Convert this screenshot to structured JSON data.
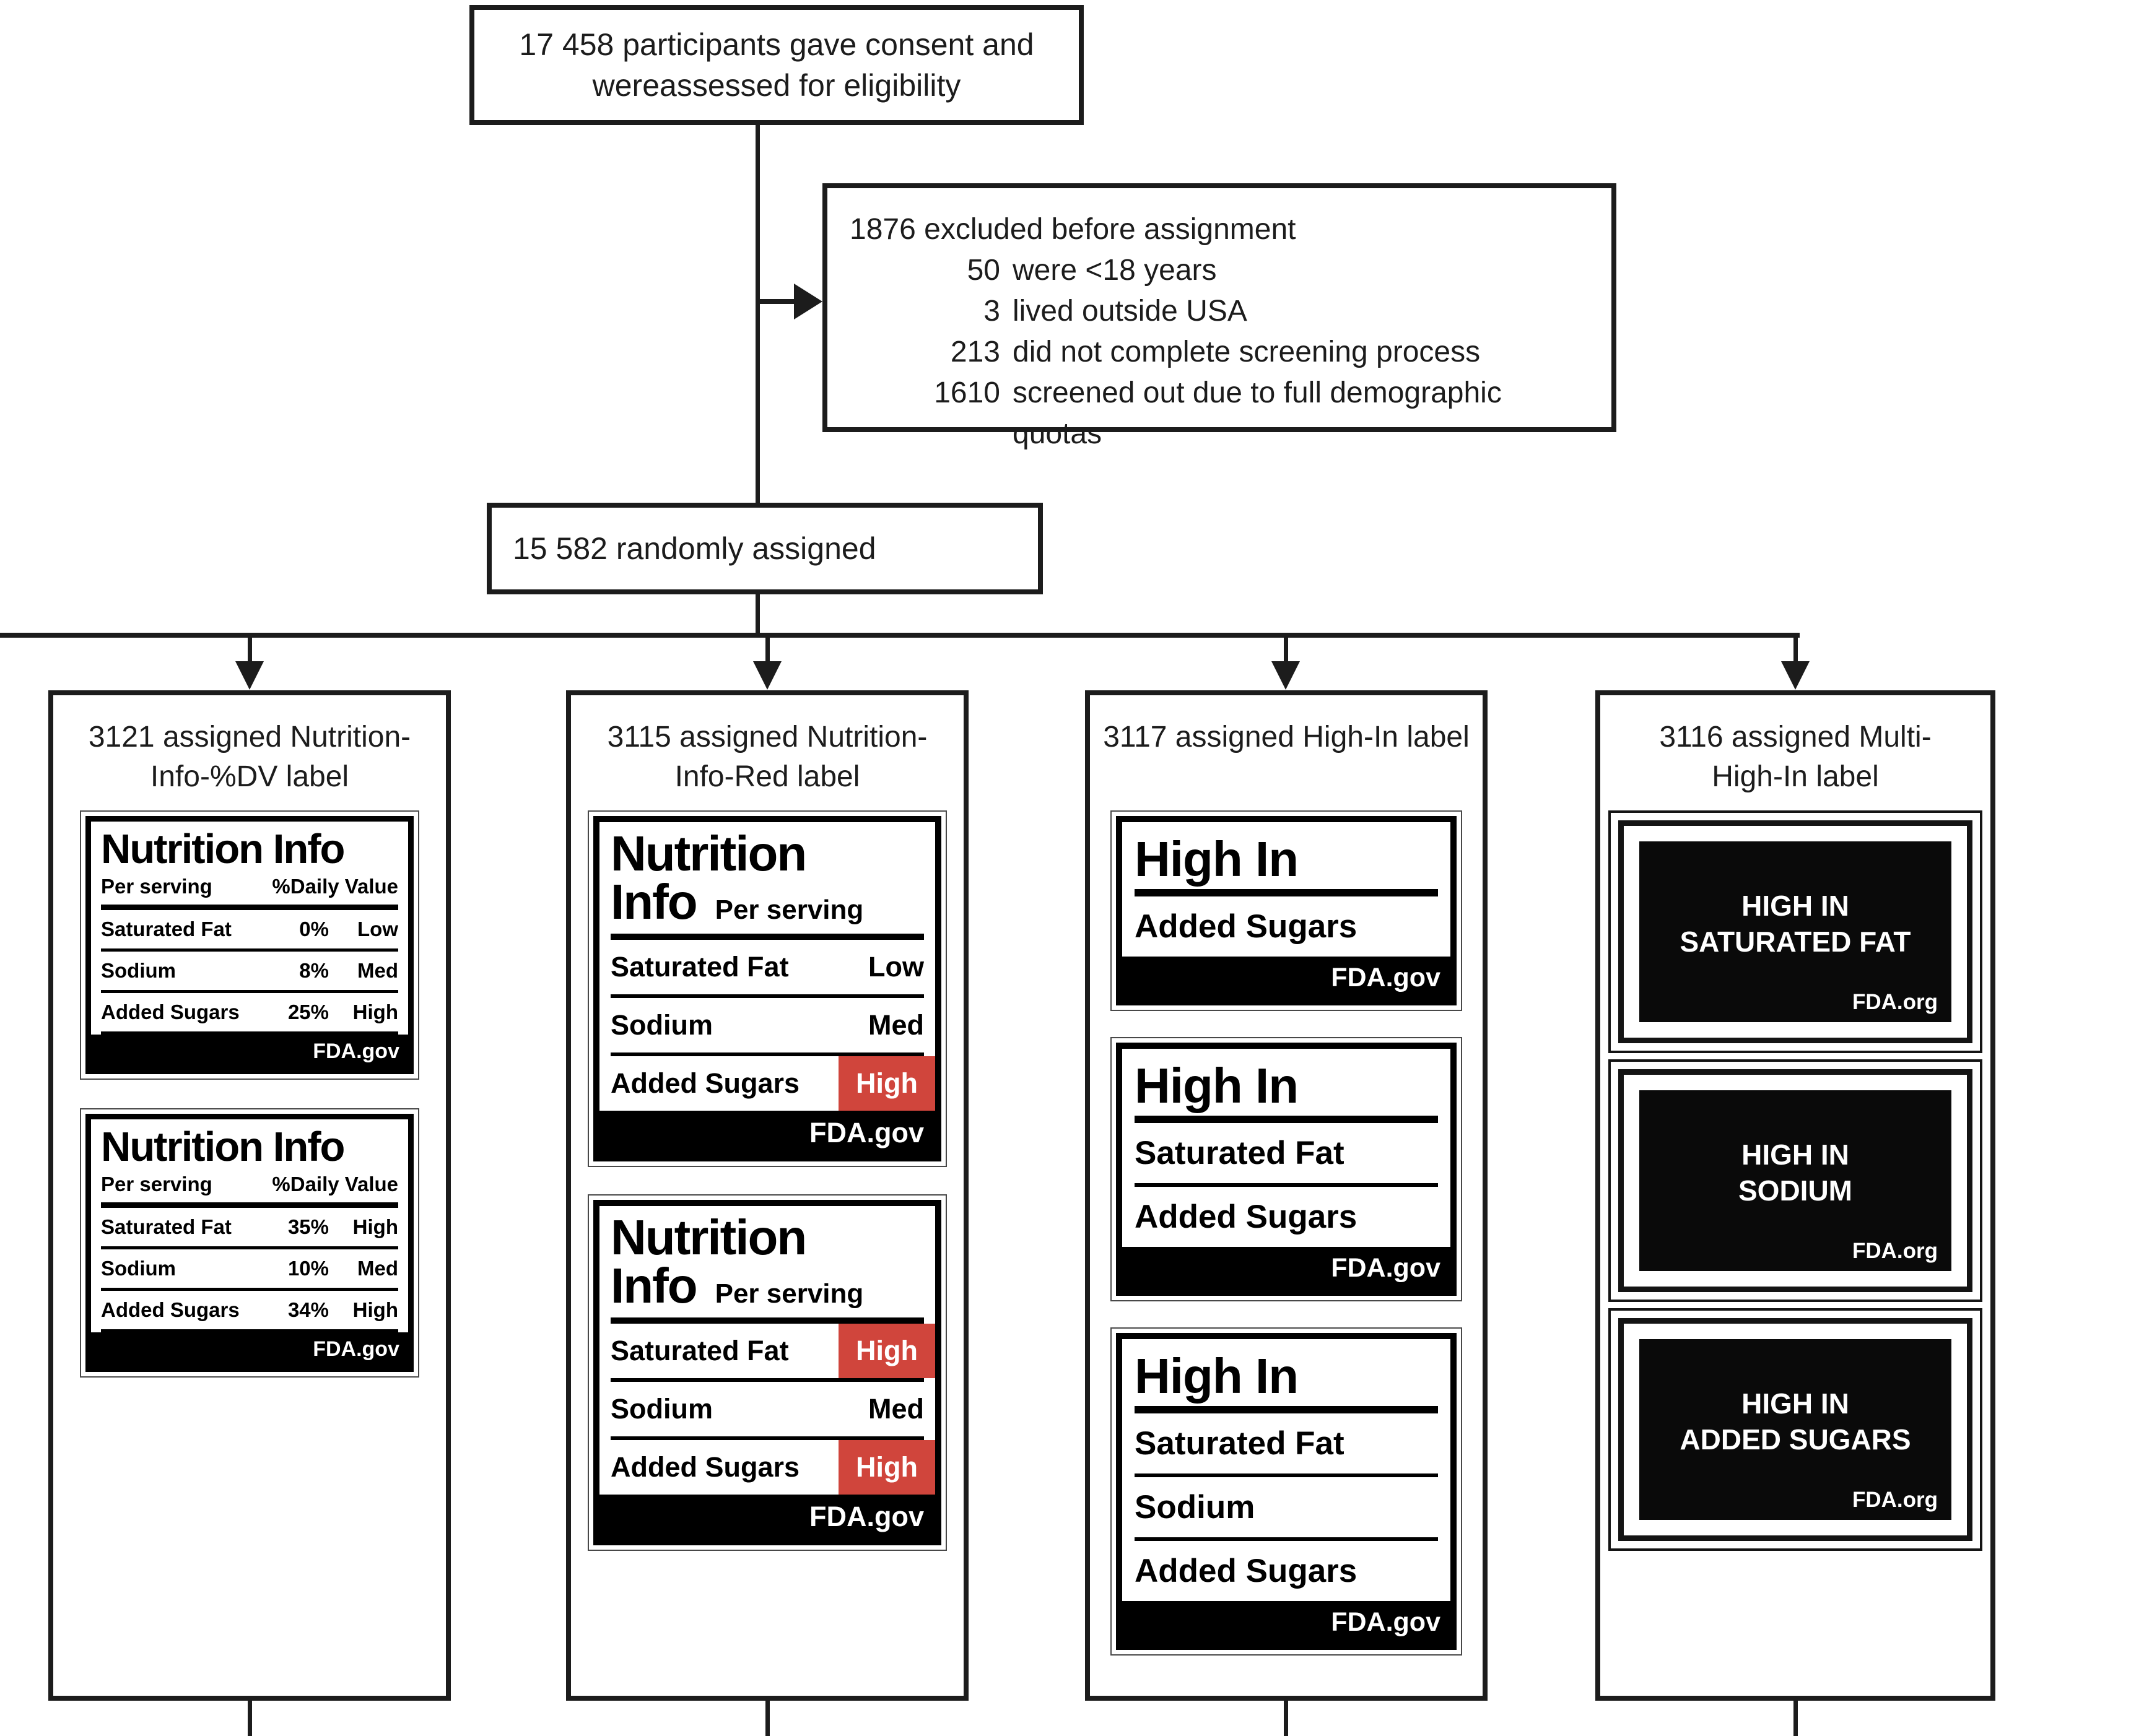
{
  "colors": {
    "ink": "#1c1c1c",
    "badge_red": "#D0453C",
    "label_black": "#000000"
  },
  "flow": {
    "consent_box": {
      "lines": [
        "17 458 participants gave consent and",
        "wereassessed for eligibility"
      ]
    },
    "excluded_box": {
      "title": "1876 excluded before assignment",
      "reasons": [
        {
          "num": "50",
          "text": "were <18 years"
        },
        {
          "num": "3",
          "text": "lived outside USA"
        },
        {
          "num": "213",
          "text": "did not complete screening process"
        },
        {
          "num": "1610",
          "text": "screened out due to full demographic quotas"
        }
      ]
    },
    "randomized_box": {
      "text": "15 582 randomly assigned"
    }
  },
  "arms": [
    {
      "id": "nutrition-info-dv",
      "header_lines": [
        "3121 assigned Nutrition-",
        "Info-%DV label"
      ],
      "cards": [
        {
          "title": "Nutrition Info",
          "col1": "Per serving",
          "col2": "%Daily Value",
          "footer": "FDA.gov",
          "rows": [
            {
              "name": "Saturated Fat",
              "pct": "0%",
              "level": "Low"
            },
            {
              "name": "Sodium",
              "pct": "8%",
              "level": "Med"
            },
            {
              "name": "Added Sugars",
              "pct": "25%",
              "level": "High"
            }
          ]
        },
        {
          "title": "Nutrition Info",
          "col1": "Per serving",
          "col2": "%Daily Value",
          "footer": "FDA.gov",
          "rows": [
            {
              "name": "Saturated Fat",
              "pct": "35%",
              "level": "High"
            },
            {
              "name": "Sodium",
              "pct": "10%",
              "level": "Med"
            },
            {
              "name": "Added Sugars",
              "pct": "34%",
              "level": "High"
            }
          ]
        }
      ]
    },
    {
      "id": "nutrition-info-red",
      "header_lines": [
        "3115 assigned Nutrition-",
        "Info-Red label"
      ],
      "cards": [
        {
          "title_line1": "Nutrition",
          "title_line2": "Info",
          "subtitle": "Per serving",
          "footer": "FDA.gov",
          "rows": [
            {
              "name": "Saturated Fat",
              "level": "Low",
              "highlight": false
            },
            {
              "name": "Sodium",
              "level": "Med",
              "highlight": false
            },
            {
              "name": "Added Sugars",
              "level": "High",
              "highlight": true
            }
          ]
        },
        {
          "title_line1": "Nutrition",
          "title_line2": "Info",
          "subtitle": "Per serving",
          "footer": "FDA.gov",
          "rows": [
            {
              "name": "Saturated Fat",
              "level": "High",
              "highlight": true
            },
            {
              "name": "Sodium",
              "level": "Med",
              "highlight": false
            },
            {
              "name": "Added Sugars",
              "level": "High",
              "highlight": true
            }
          ]
        }
      ]
    },
    {
      "id": "high-in",
      "header_lines": [
        "3117 assigned High-In label"
      ],
      "cards": [
        {
          "title": "High In",
          "items": [
            "Added Sugars"
          ],
          "footer": "FDA.gov"
        },
        {
          "title": "High In",
          "items": [
            "Saturated Fat",
            "Added Sugars"
          ],
          "footer": "FDA.gov"
        },
        {
          "title": "High In",
          "items": [
            "Saturated Fat",
            "Sodium",
            "Added Sugars"
          ],
          "footer": "FDA.gov"
        }
      ]
    },
    {
      "id": "multi-high-in",
      "header_lines": [
        "3116 assigned Multi-",
        "High-In label"
      ],
      "cards": [
        {
          "lines": [
            "HIGH IN",
            "SATURATED FAT"
          ],
          "footer": "FDA.org"
        },
        {
          "lines": [
            "HIGH IN",
            "SODIUM"
          ],
          "footer": "FDA.org"
        },
        {
          "lines": [
            "HIGH IN",
            "ADDED SUGARS"
          ],
          "footer": "FDA.org"
        }
      ]
    }
  ]
}
